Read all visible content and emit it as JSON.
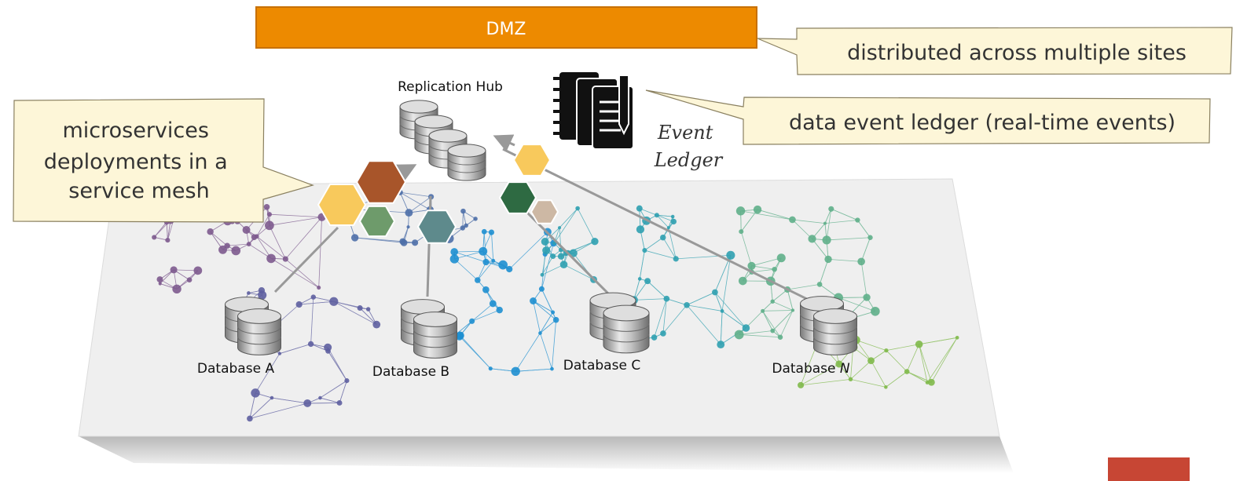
{
  "dmz": {
    "label": "DMZ",
    "color": "#ED8A00"
  },
  "callouts": {
    "sites": "distributed across multiple sites",
    "ledger": "data event ledger (real-time events)",
    "mesh": [
      "microservices",
      "deployments in a",
      "service mesh"
    ]
  },
  "replication_hub": {
    "label": "Replication Hub",
    "icon": "database-stack-icon"
  },
  "event_ledger": {
    "label_lines": [
      "Event",
      "Ledger"
    ],
    "icon": "ledger-documents-icon"
  },
  "databases": {
    "a": "Database A",
    "b": "Database B",
    "c": "Database C",
    "n_prefix": "Database ",
    "n_var": "N"
  },
  "colors": {
    "callout_fill": "#FDF6D8",
    "map_plane": "#EFEFEF",
    "connector": "#999999",
    "hex_yellow": "#F8C95C",
    "hex_rust": "#A8552A",
    "hex_sage": "#6E9B6B",
    "hex_slate": "#5E8A8C",
    "hex_forest": "#2E6A42",
    "hex_tan": "#CDB8A4",
    "accent_red": "#C74634"
  }
}
